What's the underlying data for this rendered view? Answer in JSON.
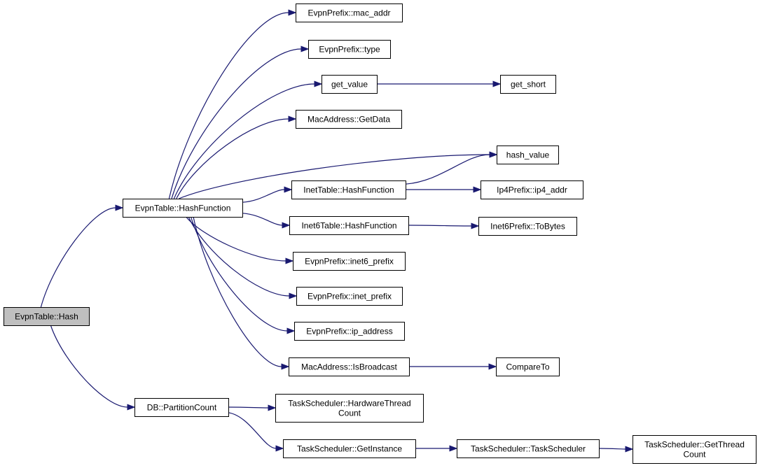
{
  "nodes": [
    {
      "id": "evpn_hash",
      "lines": [
        "EvpnTable::Hash"
      ],
      "root": true
    },
    {
      "id": "evpn_hashfunction",
      "lines": [
        "EvpnTable::HashFunction"
      ]
    },
    {
      "id": "db_partitioncount",
      "lines": [
        "DB::PartitionCount"
      ]
    },
    {
      "id": "evpnprefix_mac_addr",
      "lines": [
        "EvpnPrefix::mac_addr"
      ]
    },
    {
      "id": "evpnprefix_type",
      "lines": [
        "EvpnPrefix::type"
      ]
    },
    {
      "id": "get_value",
      "lines": [
        "get_value"
      ]
    },
    {
      "id": "get_short",
      "lines": [
        "get_short"
      ]
    },
    {
      "id": "macaddress_getdata",
      "lines": [
        "MacAddress::GetData"
      ]
    },
    {
      "id": "hash_value",
      "lines": [
        "hash_value"
      ]
    },
    {
      "id": "inettable_hashfunction",
      "lines": [
        "InetTable::HashFunction"
      ]
    },
    {
      "id": "ip4prefix_ip4_addr",
      "lines": [
        "Ip4Prefix::ip4_addr"
      ]
    },
    {
      "id": "inet6table_hashfunction",
      "lines": [
        "Inet6Table::HashFunction"
      ]
    },
    {
      "id": "inet6prefix_tobytes",
      "lines": [
        "Inet6Prefix::ToBytes"
      ]
    },
    {
      "id": "evpnprefix_inet6_prefix",
      "lines": [
        "EvpnPrefix::inet6_prefix"
      ]
    },
    {
      "id": "evpnprefix_inet_prefix",
      "lines": [
        "EvpnPrefix::inet_prefix"
      ]
    },
    {
      "id": "evpnprefix_ip_address",
      "lines": [
        "EvpnPrefix::ip_address"
      ]
    },
    {
      "id": "macaddress_isbroadcast",
      "lines": [
        "MacAddress::IsBroadcast"
      ]
    },
    {
      "id": "compareto",
      "lines": [
        "CompareTo"
      ]
    },
    {
      "id": "taskscheduler_hardwarethreadcount",
      "lines": [
        "TaskScheduler::HardwareThread",
        "Count"
      ]
    },
    {
      "id": "taskscheduler_getinstance",
      "lines": [
        "TaskScheduler::GetInstance"
      ]
    },
    {
      "id": "taskscheduler_taskscheduler",
      "lines": [
        "TaskScheduler::TaskScheduler"
      ]
    },
    {
      "id": "taskscheduler_getthreadcount",
      "lines": [
        "TaskScheduler::GetThread",
        "Count"
      ]
    }
  ],
  "edges": [
    {
      "from": "evpn_hash",
      "to": "evpn_hashfunction"
    },
    {
      "from": "evpn_hash",
      "to": "db_partitioncount"
    },
    {
      "from": "evpn_hashfunction",
      "to": "evpnprefix_mac_addr"
    },
    {
      "from": "evpn_hashfunction",
      "to": "evpnprefix_type"
    },
    {
      "from": "evpn_hashfunction",
      "to": "get_value"
    },
    {
      "from": "evpn_hashfunction",
      "to": "macaddress_getdata"
    },
    {
      "from": "evpn_hashfunction",
      "to": "hash_value"
    },
    {
      "from": "evpn_hashfunction",
      "to": "inettable_hashfunction"
    },
    {
      "from": "evpn_hashfunction",
      "to": "inet6table_hashfunction"
    },
    {
      "from": "evpn_hashfunction",
      "to": "evpnprefix_inet6_prefix"
    },
    {
      "from": "evpn_hashfunction",
      "to": "evpnprefix_inet_prefix"
    },
    {
      "from": "evpn_hashfunction",
      "to": "evpnprefix_ip_address"
    },
    {
      "from": "evpn_hashfunction",
      "to": "macaddress_isbroadcast"
    },
    {
      "from": "get_value",
      "to": "get_short"
    },
    {
      "from": "inettable_hashfunction",
      "to": "hash_value"
    },
    {
      "from": "inettable_hashfunction",
      "to": "ip4prefix_ip4_addr"
    },
    {
      "from": "inet6table_hashfunction",
      "to": "inet6prefix_tobytes"
    },
    {
      "from": "macaddress_isbroadcast",
      "to": "compareto"
    },
    {
      "from": "db_partitioncount",
      "to": "taskscheduler_hardwarethreadcount"
    },
    {
      "from": "db_partitioncount",
      "to": "taskscheduler_getinstance"
    },
    {
      "from": "taskscheduler_getinstance",
      "to": "taskscheduler_taskscheduler"
    },
    {
      "from": "taskscheduler_taskscheduler",
      "to": "taskscheduler_getthreadcount"
    }
  ],
  "colors": {
    "edge": "#191970",
    "node_border": "#000000",
    "node_fill": "#ffffff",
    "root_fill": "#bfbfbf"
  }
}
